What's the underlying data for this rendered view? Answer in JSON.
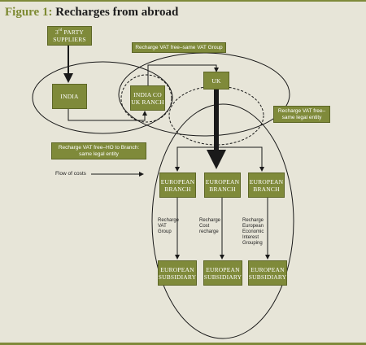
{
  "figure": {
    "prefix": "Figure 1:",
    "title": "Recharges from abroad"
  },
  "boxes": {
    "third_party_line1_num": "3",
    "third_party_line1_sup": "rd",
    "third_party_line1_rest": " PARTY",
    "third_party_line2": "SUPPLIERS",
    "india": "INDIA",
    "india_co": "INDIA CO\nUK RANCH",
    "uk": "UK",
    "eu_branch_1": "EUROPEAN\nBRANCH",
    "eu_branch_2": "EUROPEAN\nBRANCH",
    "eu_branch_3": "EUROPEAN\nBRANCH",
    "eu_sub_1": "EUROPEAN\nSUBSIDIARY",
    "eu_sub_2": "EUROPEAN\nSUBSIDIARY",
    "eu_sub_3": "EUROPEAN\nSUBSIDIARY"
  },
  "notes": {
    "vat_group": "Recharge VAT free–same VAT Group",
    "legal_entity": "Recharge VAT free–\nsame legal entity",
    "ho_branch": "Recharge VAT free–HO to Branch:\nsame legal entity"
  },
  "labels": {
    "flow_of_costs": "Flow of costs",
    "recharge_vat_group": "Recharge\nVAT\nGroup",
    "recharge_cost": "Recharge\nCost\nrecharge",
    "recharge_eeig": "Recharge\nEuropean\nEconomic\nInterest\nGrouping"
  },
  "colors": {
    "background": "#e7e5d8",
    "box_fill": "#7f8a3a",
    "title_accent": "#7d8a32",
    "line": "#1a1a1a"
  }
}
